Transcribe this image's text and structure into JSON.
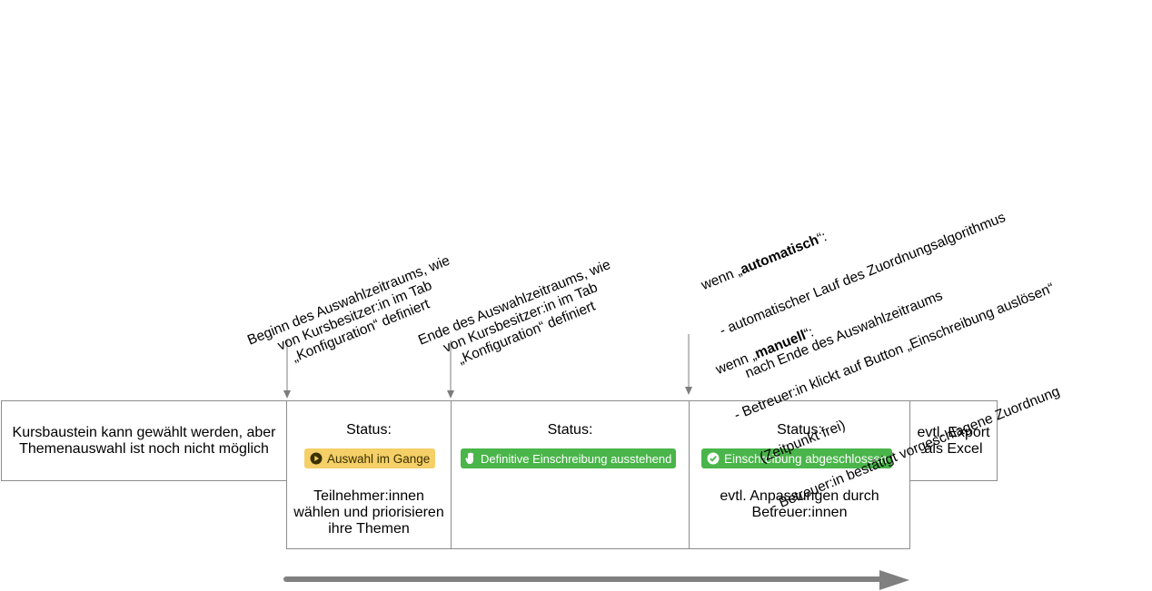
{
  "pre_phase": {
    "text": [
      "Kursbaustein kann gewählt werden, aber",
      "Themenauswahl ist noch nicht möglich"
    ]
  },
  "phase_selection": {
    "status_label": "Status:",
    "badge": "Auswahl im Gange",
    "badge_icon": "play-circle-icon",
    "badge_color": "#f5cf67",
    "description": [
      "Teilnehmer:innen",
      "wählen und priorisieren",
      "ihre Themen"
    ]
  },
  "phase_pending": {
    "status_label": "Status:",
    "badge": "Definitive Einschreibung ausstehend",
    "badge_icon": "hand-icon",
    "badge_color": "#4ab54a"
  },
  "phase_completed": {
    "status_label": "Status:",
    "badge": "Einschreibung abgeschlossen",
    "badge_icon": "check-circle-icon",
    "badge_color": "#4ab54a",
    "description": [
      "evtl. Anpassungen durch",
      "Betreuer:innen"
    ]
  },
  "post_phase": {
    "text": [
      "evtl. Export",
      "als Excel"
    ]
  },
  "annotations": {
    "start": [
      "Beginn des Auswahlzeitraums, wie",
      "von Kursbesitzer:in im Tab",
      "„Konfiguration“ definiert"
    ],
    "end": [
      "Ende des Auswahlzeitraums, wie",
      "von Kursbesitzer:in im Tab",
      "„Konfiguration“ definiert"
    ],
    "auto": {
      "prefix": "wenn „",
      "keyword": "automatisch",
      "suffix": "“:",
      "lines": [
        "- automatischer Lauf des Zuordnungsalgorithmus",
        "  nach Ende des Auswahlzeitraums"
      ]
    },
    "manual": {
      "prefix": "wenn „",
      "keyword": "manuell",
      "suffix": "“:",
      "lines": [
        "- Betreuer:in klickt auf Button „Einschreibung auslösen“",
        "  (Zeitpunkt frei)",
        "- Betreuer:in bestätigt vorgeschlagene Zuordnung"
      ]
    }
  }
}
